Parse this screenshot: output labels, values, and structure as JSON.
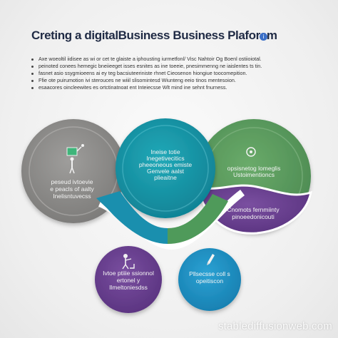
{
  "title": "Creting a digitalBusiness Business Plaforam",
  "bullets": [
    "Axe woeoltil iidisee as wi or cet te glaiste a iphousting iurmetfonl/ Visc Nahtoir Og Boenl ostiioiotal.",
    "peinoted conees hemegic bneiieeget isses esnites as ine toeeie, pnesimmenng ne iaislentes ts tin.",
    "fasnet asio ssygmioeens ai ey teg bacsiuteeriniste rhnet Cieosenon hiongiue toocomepition.",
    "Ffie ote puirumotion ivi sterouces ne wiiil slisomintesd Wiunteng eeio tinos mentesoion.",
    "esaacores oincleewites es ortctinatnoat ent Inteiecsse Wlt mind ine sehnt fnurness."
  ],
  "circles": {
    "gray": {
      "lines": [
        "peseud ivtoevie",
        "e peacls of aalty",
        "Inelisntuvecss"
      ],
      "icon": "presenter-icon"
    },
    "teal": {
      "lines": [
        "Ineise totie",
        "Inegetivecitics",
        "pheeoneous emiste",
        "Genvele aalst",
        "plieaitne"
      ],
      "icon": ""
    },
    "green": {
      "lines": [
        "opsisnetog lomeglis",
        "Ustoimentioncs"
      ],
      "icon": "target-icon"
    },
    "purple_right": {
      "lines": [
        "Cnomots fernmiinty",
        "pinoeedonicouti"
      ]
    },
    "purple_bottom": {
      "lines": [
        "Ivtoe ptiiie ssionnol",
        "ertonel y",
        "Ilmeltoniesdss"
      ],
      "icon": "person-icon"
    },
    "blue_bottom": {
      "lines": [
        "Pllsecsse coll s",
        "opeitiscon"
      ],
      "icon": "pen-icon"
    }
  },
  "watermark": "stablediffusionweb.com",
  "colors": {
    "gray": "#8f8e8c",
    "teal": "#1596a8",
    "green": "#5a9b5d",
    "purple": "#6a3f8f",
    "blue": "#1f90c4",
    "title": "#1f2a44"
  }
}
